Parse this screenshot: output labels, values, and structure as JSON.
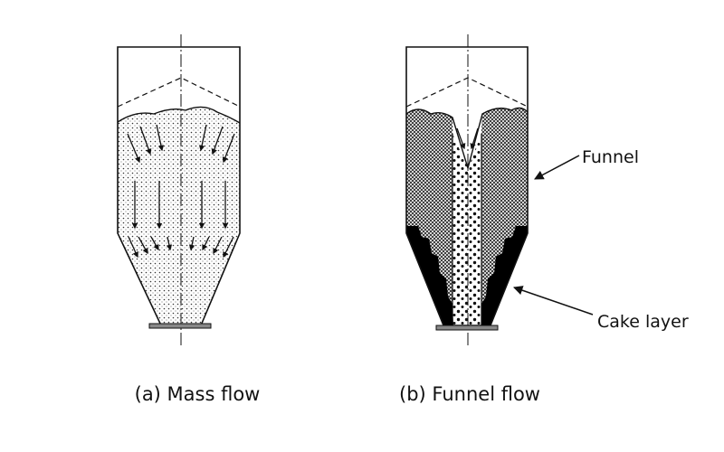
{
  "labels": {
    "funnel": "Funnel",
    "cake_layer": "Cake layer"
  },
  "captions": {
    "mass_flow": "(a) Mass flow",
    "funnel_flow": "(b) Funnel flow"
  },
  "colors": {
    "ink": "#111111",
    "background": "#ffffff"
  }
}
